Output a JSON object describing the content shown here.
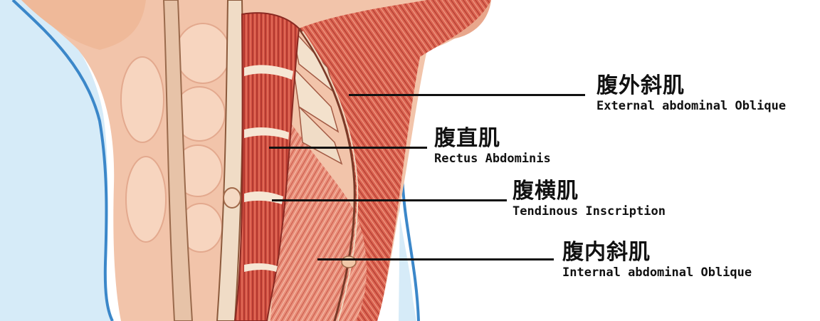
{
  "colors": {
    "background": "#ffffff",
    "skin_shadow": "#cfe6f6",
    "outline": "#3b87c9",
    "skin": "#f2c7ad",
    "muscle": "#cf4a3c",
    "muscle_light": "#e88b74",
    "tendon": "#f3e2cc"
  },
  "labels": [
    {
      "zh": "腹外斜肌",
      "en": "External abdominal Oblique"
    },
    {
      "zh": "腹直肌",
      "en": "Rectus Abdominis"
    },
    {
      "zh": "腹横肌",
      "en": "Tendinous Inscription"
    },
    {
      "zh": "腹内斜肌",
      "en": "Internal abdominal Oblique"
    }
  ]
}
